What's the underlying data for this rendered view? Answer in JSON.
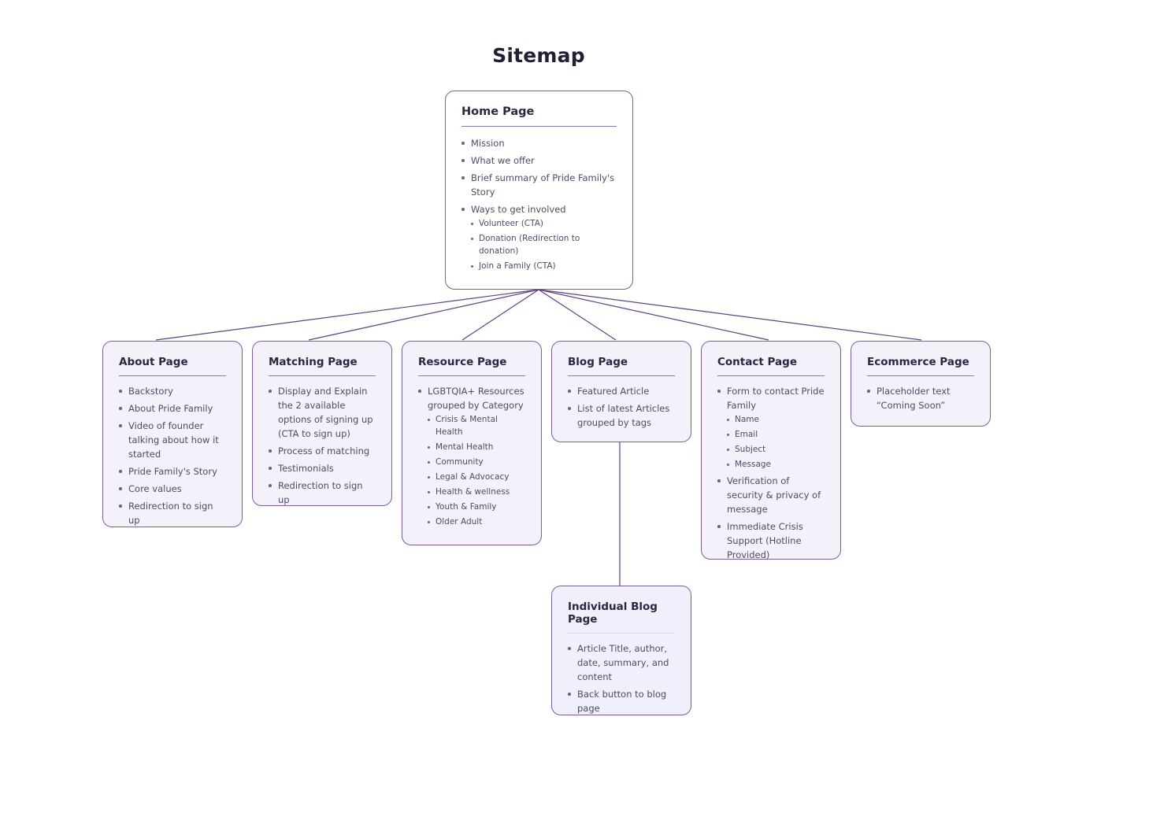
{
  "title": "Sitemap",
  "home": {
    "title": "Home Page",
    "items": [
      "Mission",
      "What we offer",
      "Brief summary of Pride Family's Story",
      "Ways to get involved"
    ],
    "involved_sub": [
      "Volunteer (CTA)",
      "Donation (Redirection to donation)",
      "Join a Family (CTA)"
    ]
  },
  "about": {
    "title": "About Page",
    "items": [
      "Backstory",
      "About Pride Family",
      "Video of founder talking about how it started",
      "Pride Family's Story",
      "Core values",
      "Redirection to sign up"
    ]
  },
  "matching": {
    "title": "Matching Page",
    "items": [
      "Display and Explain the 2 available options of signing up (CTA to sign up)",
      "Process of matching",
      "Testimonials",
      "Redirection to sign up"
    ]
  },
  "resource": {
    "title": "Resource Page",
    "items": [
      "LGBTQIA+ Resources grouped by Category"
    ],
    "sub": [
      "Crisis & Mental Health",
      "Mental Health",
      "Community",
      "Legal & Advocacy",
      "Health & wellness",
      "Youth & Family",
      "Older Adult"
    ]
  },
  "blog": {
    "title": "Blog Page",
    "items": [
      "Featured Article",
      "List of latest Articles grouped by tags"
    ]
  },
  "contact": {
    "title": "Contact Page",
    "items": [
      "Form to contact Pride Family",
      "Verification of security & privacy of message",
      "Immediate Crisis Support (Hotline Provided)"
    ],
    "form_sub": [
      "Name",
      "Email",
      "Subject",
      "Message"
    ]
  },
  "ecommerce": {
    "title": "Ecommerce Page",
    "items": [
      "Placeholder text “Coming Soon”"
    ]
  },
  "individual_blog": {
    "title": "Individual Blog Page",
    "items": [
      "Article Title, author, date, summary, and content",
      "Back button to blog page"
    ]
  },
  "colors": {
    "border": "#7b5e9f",
    "card_fill": "#f5f1fb",
    "blue_card_fill": "#eff0fb",
    "connector": "#5d3f7f"
  }
}
